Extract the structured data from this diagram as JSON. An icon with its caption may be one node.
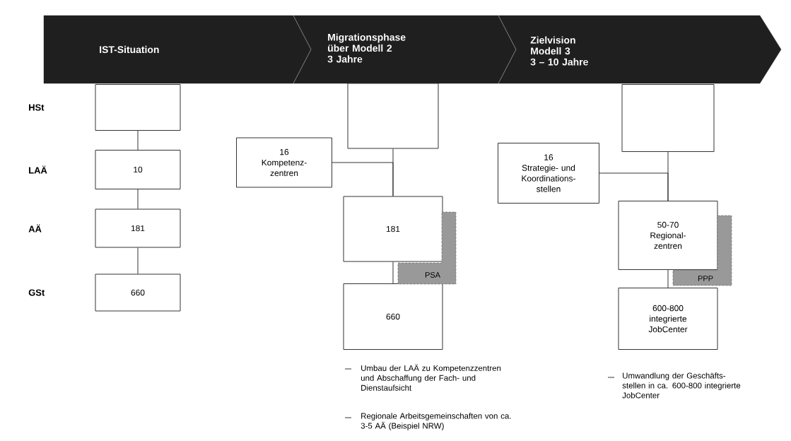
{
  "diagram": {
    "nodes": [
      {
        "text": [
          "IST-Situation",
          "Migrationsphase über Modell 2",
          "3 Jahre",
          "Zielvision Modell 3",
          "3 – 10 Jahre"
        ]
      },
      {
        "text": [],
        "shape": "box"
      },
      {
        "text": [
          "10"
        ]
      },
      {
        "text": [
          "181"
        ]
      },
      {
        "text": [
          "660"
        ]
      },
      {
        "text": [],
        "shape": "box"
      },
      {
        "text": [
          "16",
          "Kompetenz- zentren"
        ]
      },
      {
        "text": [
          "181"
        ]
      },
      {
        "text": [
          "660"
        ]
      },
      {
        "text": [
          "PSA"
        ]
      },
      {
        "text": [],
        "shape": "box"
      },
      {
        "text": [
          "16",
          "Strategie- und Koordinations- stellen"
        ]
      },
      {
        "text": [
          "50-70",
          "Regional- zentren"
        ]
      },
      {
        "text": [
          "600-800",
          "integrierte JobCenter"
        ]
      },
      {
        "text": [
          "PPP"
        ]
      }
    ],
    "edges": [
      {
        "from": 1,
        "to": 2,
        "arrow": "none"
      },
      {
        "from": 2,
        "to": 3,
        "arrow": "none"
      },
      {
        "from": 3,
        "to": 4,
        "arrow": "none"
      },
      {
        "from": 5,
        "to": 7,
        "arrow": "none"
      },
      {
        "from": 6,
        "to": 7,
        "arrow": "none"
      },
      {
        "from": 7,
        "to": 8,
        "arrow": "none"
      },
      {
        "from": 10,
        "to": 12,
        "arrow": "none"
      },
      {
        "from": 11,
        "to": 12,
        "arrow": "none"
      },
      {
        "from": 12,
        "to": 13,
        "arrow": "none"
      }
    ],
    "labels": [
      "HSt",
      "LAÄ",
      "AÄ",
      "GSt",
      "Umbau der LAÄ zu Kompetenzzentren und Abschaffung der Fach- und Dienstaufsicht",
      "Regionale Arbeitsgemeinschaften von ca. 3-5 AÄ (Beispiel NRW)",
      "Umwandlung der Geschäfts- stellen in ca. 600-800 integrierte JobCenter"
    ]
  }
}
